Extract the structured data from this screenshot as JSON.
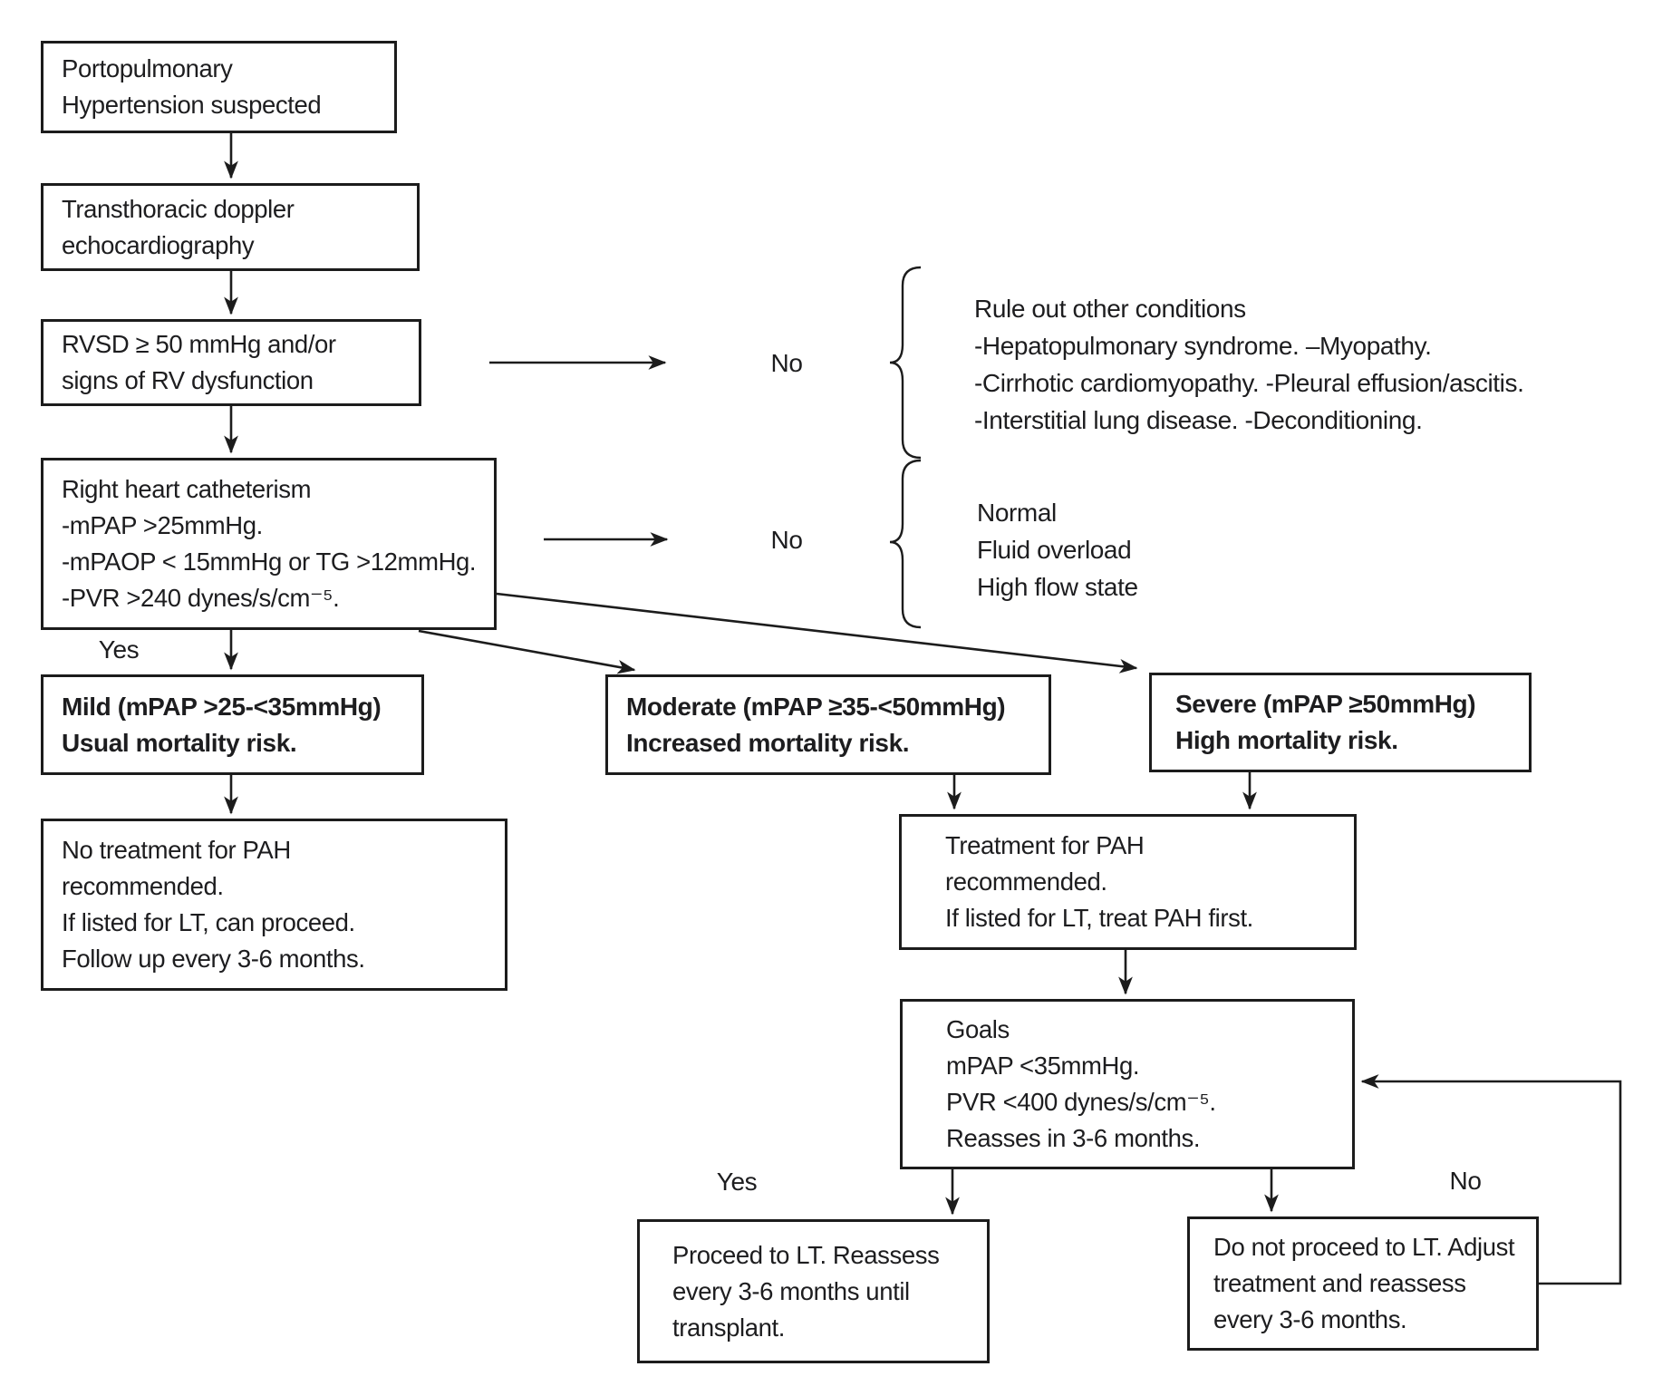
{
  "figure": {
    "boxes": {
      "suspected": {
        "lines": [
          "Portopulmonary",
          "Hypertension suspected"
        ]
      },
      "echo": {
        "lines": [
          "Transthoracic doppler",
          "echocardiography"
        ]
      },
      "rvsd": {
        "lines": [
          "RVSD ≥ 50 mmHg and/or",
          "signs of RV dysfunction"
        ]
      },
      "catheterism": {
        "lines": [
          "Right heart catheterism",
          "-mPAP >25mmHg.",
          "-mPAOP < 15mmHg or TG >12mmHg.",
          "-PVR >240 dynes/s/cm⁻⁵."
        ]
      },
      "mild": {
        "lines": [
          "Mild (mPAP >25-<35mmHg)",
          "Usual mortality risk."
        ]
      },
      "moderate": {
        "lines": [
          "Moderate (mPAP ≥35-<50mmHg)",
          "Increased mortality risk."
        ]
      },
      "severe": {
        "lines": [
          "Severe (mPAP ≥50mmHg)",
          "High mortality risk."
        ]
      },
      "no_treatment": {
        "lines": [
          "No treatment for PAH",
          "recommended.",
          "If listed for LT, can proceed.",
          "Follow up every 3-6 months."
        ]
      },
      "treatment": {
        "lines": [
          "Treatment for PAH",
          "recommended.",
          "If listed for LT, treat PAH first."
        ]
      },
      "goals": {
        "lines": [
          "Goals",
          "mPAP <35mmHg.",
          "PVR <400 dynes/s/cm⁻⁵.",
          "Reasses in 3-6 months."
        ]
      },
      "proceed": {
        "lines": [
          "Proceed to LT. Reassess",
          "every 3-6 months until",
          "transplant."
        ]
      },
      "do_not_proceed": {
        "lines": [
          "Do not proceed to LT. Adjust",
          "treatment and reassess",
          "every 3-6 months."
        ]
      }
    },
    "labels": {
      "yes_catheterism": "Yes",
      "no_echo": "No",
      "no_catheterism": "No",
      "yes_goals": "Yes",
      "no_goals": "No"
    },
    "annotations": {
      "rule_out": {
        "lines": [
          "Rule out other conditions",
          "-Hepatopulmonary syndrome. –Myopathy.",
          "-Cirrhotic cardiomyopathy. -Pleural effusion/ascitis.",
          "-Interstitial lung disease. -Deconditioning."
        ]
      },
      "non_pah_causes": {
        "lines": [
          "Normal",
          "Fluid overload",
          "High flow state"
        ]
      }
    },
    "colors": {
      "ink": "#1c1c1c",
      "background": "#ffffff"
    }
  }
}
